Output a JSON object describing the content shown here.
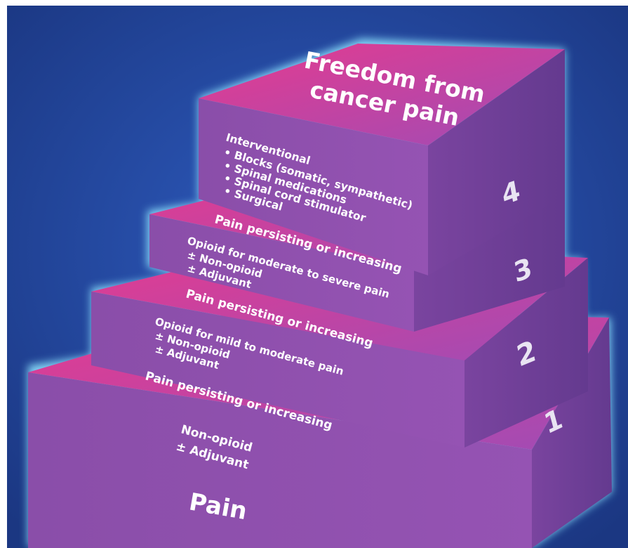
{
  "pyramid": {
    "top_title": [
      "Freedom from",
      "cancer pain"
    ],
    "base_label": "Pain",
    "steps": [
      {
        "number": "1",
        "transition": "Pain persisting or increasing",
        "treatment": [
          "Non-opioid",
          "± Adjuvant"
        ]
      },
      {
        "number": "2",
        "transition": "Pain persisting or increasing",
        "treatment": [
          "Opioid for mild to moderate pain",
          "± Non-opioid",
          "± Adjuvant"
        ]
      },
      {
        "number": "3",
        "transition": "Pain persisting or increasing",
        "treatment": [
          "Opioid for moderate to severe pain",
          "± Non-opioid",
          "± Adjuvant"
        ]
      },
      {
        "number": "4",
        "treatment": [
          "Interventional",
          "• Blocks (somatic, sympathetic)",
          "• Spinal medications",
          "• Spinal cord stimulator",
          "• Surgical"
        ]
      }
    ]
  },
  "colors": {
    "background_outer": "#1d3c8c",
    "background_inner": "#2a55b8",
    "glow": "#8fe4ff",
    "top_face_pink": "#e0398f",
    "top_face_purple": "#9a4fb5",
    "front_face": "#8e4fae",
    "side_face": "#6e3f9a",
    "text": "#ffffff",
    "number": "#e9e4f2"
  }
}
